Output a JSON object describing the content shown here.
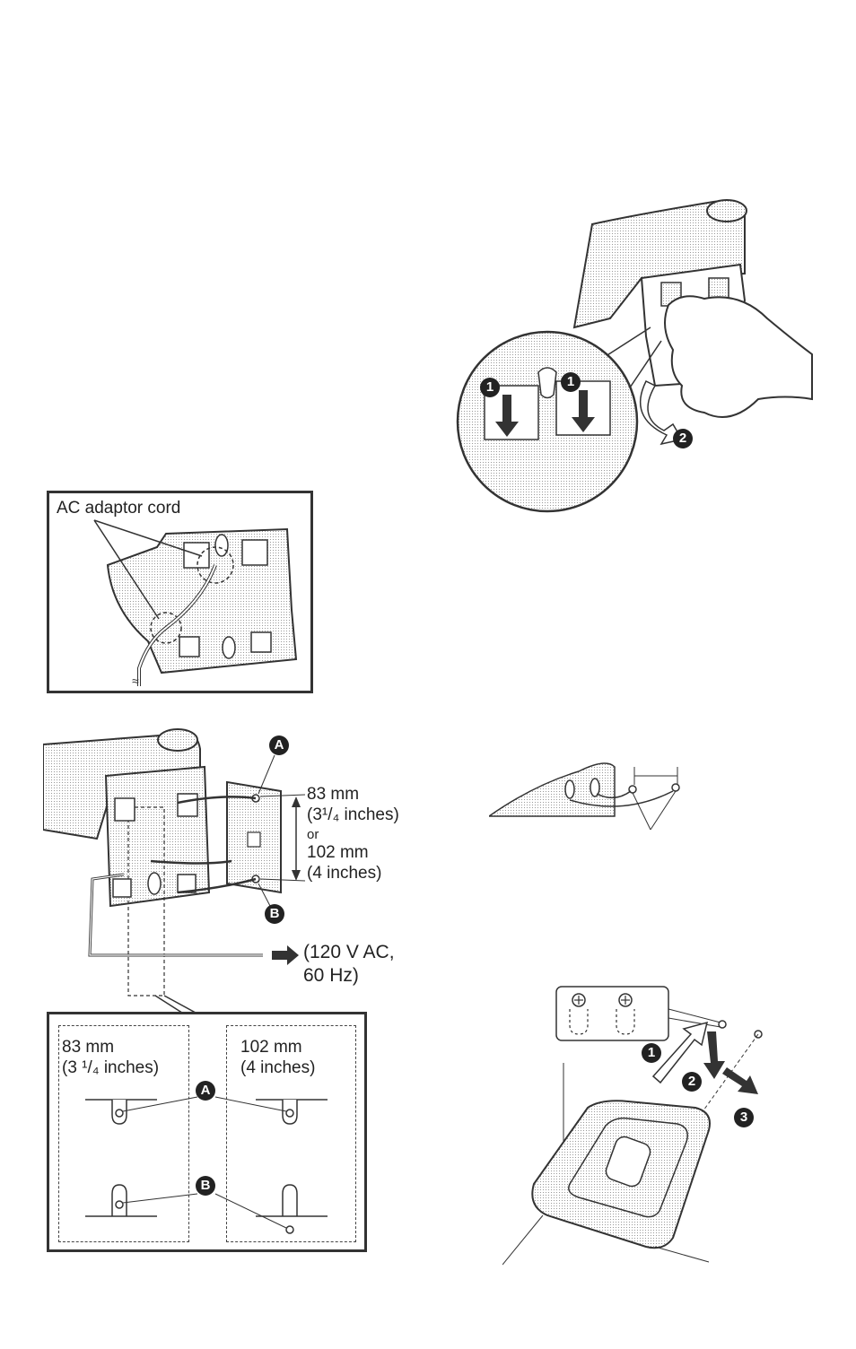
{
  "figure_adaptor": {
    "label": "AC adaptor cord"
  },
  "figure_wall_mount": {
    "callout_a": "A",
    "callout_b": "B",
    "dim_83_line1": "83 mm",
    "dim_83_line2": "(3¹/₄ inches)",
    "dim_or": "or",
    "dim_102_line1": "102 mm",
    "dim_102_line2": "(4 inches)",
    "power_line1": "(120 V AC,",
    "power_line2": "60 Hz)"
  },
  "figure_hole_detail": {
    "left_line1": "83 mm",
    "left_line2": "(3 ¹/₄ inches)",
    "right_line1": "102 mm",
    "right_line2": "(4 inches)",
    "callout_a": "A",
    "callout_b": "B"
  },
  "figure_bracket_removal": {
    "step1": "1",
    "step2": "2"
  },
  "figure_charger_mount": {
    "step1": "1",
    "step2": "2",
    "step3": "3"
  }
}
